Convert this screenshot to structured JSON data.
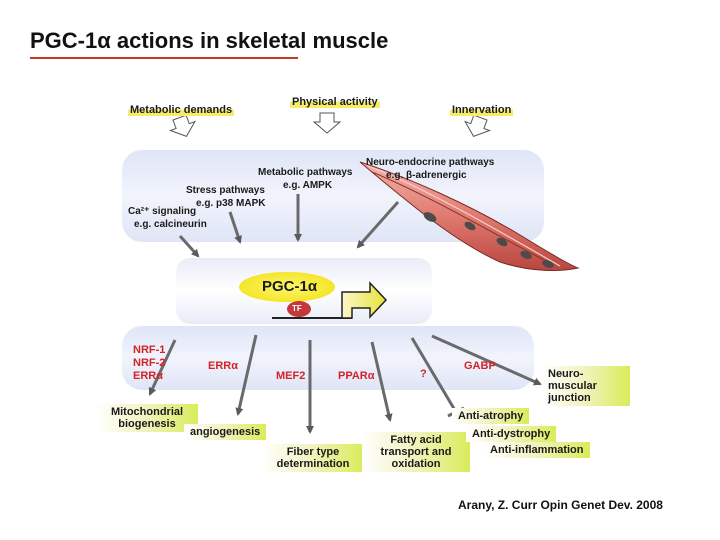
{
  "title": "PGC-1α actions in skeletal muscle",
  "inputs": {
    "metabolic_demands": "Metabolic demands",
    "physical_activity": "Physical activity",
    "innervation": "Innervation"
  },
  "pathways": {
    "metabolic_1": "Metabolic pathways",
    "metabolic_2": "e.g. AMPK",
    "neuro_1": "Neuro-endocrine pathways",
    "neuro_2": "e.g. β-adrenergic",
    "stress_1": "Stress pathways",
    "stress_2": "e.g. p38 MAPK",
    "ca_1": "Ca²⁺ signaling",
    "ca_2": "e.g. calcineurin"
  },
  "center": {
    "pgc": "PGC-1α",
    "tf": "TF"
  },
  "factors": {
    "nrf1": "NRF-1",
    "nrf2": "NRF-2",
    "erra_left": "ERRα",
    "erra": "ERRα",
    "mef2": "MEF2",
    "ppara": "PPARα",
    "question": "?",
    "gabp": "GABP"
  },
  "outputs": {
    "mito_1": "Mitochondrial",
    "mito_2": "biogenesis",
    "angio": "angiogenesis",
    "fiber_1": "Fiber type",
    "fiber_2": "determination",
    "fatty_1": "Fatty acid",
    "fatty_2": "transport and",
    "fatty_3": "oxidation",
    "anti_atrophy": "Anti-atrophy",
    "anti_dystrophy": "Anti-dystrophy",
    "anti_inflammation": "Anti-inflammation",
    "nmj_1": "Neuro-",
    "nmj_2": "muscular",
    "nmj_3": "junction"
  },
  "citation": "Arany, Z. Curr Opin Genet Dev. 2008"
}
